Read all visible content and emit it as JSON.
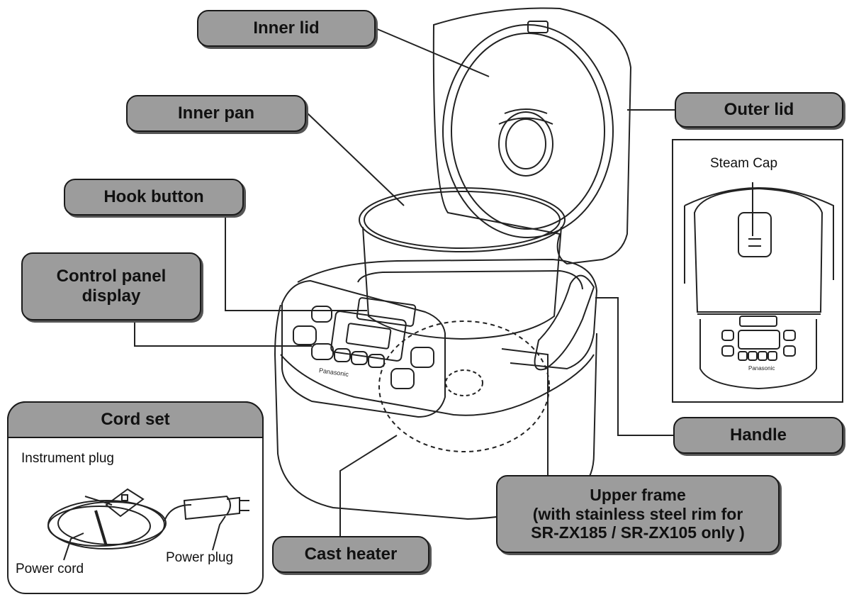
{
  "labels": {
    "inner_lid": "Inner lid",
    "inner_pan": "Inner pan",
    "hook_button": "Hook button",
    "control_panel_display": [
      "Control panel",
      "display"
    ],
    "outer_lid": "Outer lid",
    "handle": "Handle",
    "upper_frame": [
      "Upper frame",
      "(with stainless steel rim for",
      "SR-ZX185 / SR-ZX105 only )"
    ],
    "cast_heater": "Cast heater",
    "cord_set": "Cord set"
  },
  "inset": {
    "steam_cap": "Steam Cap",
    "brand": "Panasonic"
  },
  "cord_set": {
    "instrument_plug": "Instrument plug",
    "power_cord": "Power cord",
    "power_plug": "Power plug"
  },
  "device": {
    "brand": "Panasonic"
  }
}
